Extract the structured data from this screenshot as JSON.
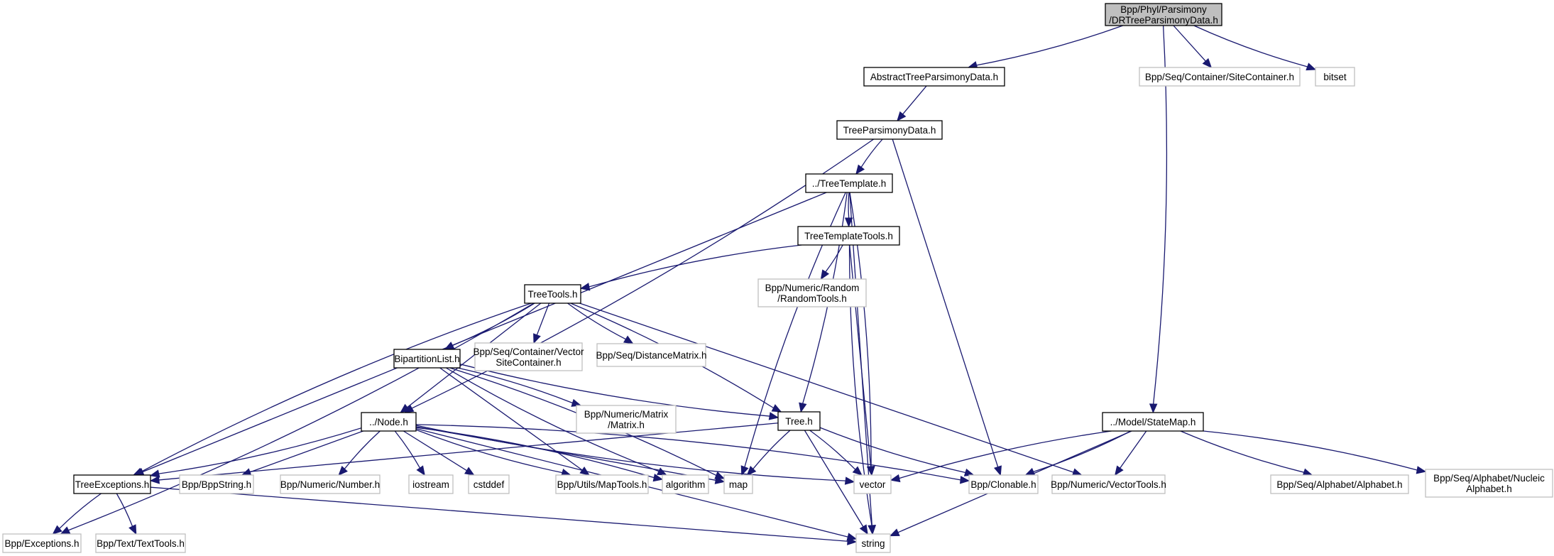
{
  "title": "Include dependency graph for DRTreeParsimonyData.h",
  "colors": {
    "edge": "#191970",
    "main_fill": "#bfbfbf",
    "internal_border": "#000000",
    "external_border": "#bfbfbf"
  },
  "nodes": [
    {
      "id": "drtree",
      "kind": "main",
      "lines": [
        "Bpp/Phyl/Parsimony",
        "/DRTreeParsimonyData.h"
      ]
    },
    {
      "id": "abstract",
      "kind": "internal",
      "lines": [
        "AbstractTreeParsimonyData.h"
      ]
    },
    {
      "id": "sitecontainer",
      "kind": "external",
      "lines": [
        "Bpp/Seq/Container/SiteContainer.h"
      ]
    },
    {
      "id": "bitset",
      "kind": "external",
      "lines": [
        "bitset"
      ]
    },
    {
      "id": "treeparsimony",
      "kind": "internal",
      "lines": [
        "TreeParsimonyData.h"
      ]
    },
    {
      "id": "treetemplate",
      "kind": "internal",
      "lines": [
        "../TreeTemplate.h"
      ]
    },
    {
      "id": "treetemplatetools",
      "kind": "internal",
      "lines": [
        "TreeTemplateTools.h"
      ]
    },
    {
      "id": "randomtools",
      "kind": "external",
      "lines": [
        "Bpp/Numeric/Random",
        "/RandomTools.h"
      ]
    },
    {
      "id": "treetools",
      "kind": "internal",
      "lines": [
        "TreeTools.h"
      ]
    },
    {
      "id": "bipartition",
      "kind": "internal",
      "lines": [
        "BipartitionList.h"
      ]
    },
    {
      "id": "vectorsite",
      "kind": "external",
      "lines": [
        "Bpp/Seq/Container/Vector",
        "SiteContainer.h"
      ]
    },
    {
      "id": "distmatrix",
      "kind": "external",
      "lines": [
        "Bpp/Seq/DistanceMatrix.h"
      ]
    },
    {
      "id": "matrix",
      "kind": "external",
      "lines": [
        "Bpp/Numeric/Matrix",
        "/Matrix.h"
      ]
    },
    {
      "id": "tree",
      "kind": "internal",
      "lines": [
        "Tree.h"
      ]
    },
    {
      "id": "node",
      "kind": "internal",
      "lines": [
        "../Node.h"
      ]
    },
    {
      "id": "statemap",
      "kind": "internal",
      "lines": [
        "../Model/StateMap.h"
      ]
    },
    {
      "id": "treeexceptions",
      "kind": "internal",
      "lines": [
        "TreeExceptions.h"
      ]
    },
    {
      "id": "bppstring",
      "kind": "external",
      "lines": [
        "Bpp/BppString.h"
      ]
    },
    {
      "id": "number",
      "kind": "external",
      "lines": [
        "Bpp/Numeric/Number.h"
      ]
    },
    {
      "id": "iostream",
      "kind": "external",
      "lines": [
        "iostream"
      ]
    },
    {
      "id": "cstddef",
      "kind": "external",
      "lines": [
        "cstddef"
      ]
    },
    {
      "id": "maptools",
      "kind": "external",
      "lines": [
        "Bpp/Utils/MapTools.h"
      ]
    },
    {
      "id": "algorithm",
      "kind": "external",
      "lines": [
        "algorithm"
      ]
    },
    {
      "id": "map",
      "kind": "external",
      "lines": [
        "map"
      ]
    },
    {
      "id": "vector",
      "kind": "external",
      "lines": [
        "vector"
      ]
    },
    {
      "id": "clonable",
      "kind": "external",
      "lines": [
        "Bpp/Clonable.h"
      ]
    },
    {
      "id": "vectortools",
      "kind": "external",
      "lines": [
        "Bpp/Numeric/VectorTools.h"
      ]
    },
    {
      "id": "alphabet",
      "kind": "external",
      "lines": [
        "Bpp/Seq/Alphabet/Alphabet.h"
      ]
    },
    {
      "id": "nucleic",
      "kind": "external",
      "lines": [
        "Bpp/Seq/Alphabet/Nucleic",
        "Alphabet.h"
      ]
    },
    {
      "id": "exceptions",
      "kind": "external",
      "lines": [
        "Bpp/Exceptions.h"
      ]
    },
    {
      "id": "texttools",
      "kind": "external",
      "lines": [
        "Bpp/Text/TextTools.h"
      ]
    },
    {
      "id": "string",
      "kind": "external",
      "lines": [
        "string"
      ]
    }
  ],
  "edges": [
    [
      "drtree",
      "abstract"
    ],
    [
      "drtree",
      "sitecontainer"
    ],
    [
      "drtree",
      "bitset"
    ],
    [
      "drtree",
      "statemap"
    ],
    [
      "abstract",
      "treeparsimony"
    ],
    [
      "treeparsimony",
      "treetemplate"
    ],
    [
      "treeparsimony",
      "node"
    ],
    [
      "treeparsimony",
      "clonable"
    ],
    [
      "treetemplate",
      "treetemplatetools"
    ],
    [
      "treetemplate",
      "tree"
    ],
    [
      "treetemplate",
      "treeexceptions"
    ],
    [
      "treetemplate",
      "map"
    ],
    [
      "treetemplate",
      "vector"
    ],
    [
      "treetemplate",
      "string"
    ],
    [
      "treetemplatetools",
      "treetools"
    ],
    [
      "treetemplatetools",
      "randomtools"
    ],
    [
      "treetemplatetools",
      "vector"
    ],
    [
      "treetemplatetools",
      "string"
    ],
    [
      "treetools",
      "bipartition"
    ],
    [
      "treetools",
      "vectorsite"
    ],
    [
      "treetools",
      "distmatrix"
    ],
    [
      "treetools",
      "tree"
    ],
    [
      "treetools",
      "node"
    ],
    [
      "treetools",
      "treeexceptions"
    ],
    [
      "treetools",
      "exceptions"
    ],
    [
      "treetools",
      "vectortools"
    ],
    [
      "bipartition",
      "tree"
    ],
    [
      "bipartition",
      "matrix"
    ],
    [
      "bipartition",
      "maptools"
    ],
    [
      "bipartition",
      "algorithm"
    ],
    [
      "bipartition",
      "map"
    ],
    [
      "tree",
      "treeexceptions"
    ],
    [
      "tree",
      "map"
    ],
    [
      "tree",
      "vector"
    ],
    [
      "tree",
      "string"
    ],
    [
      "tree",
      "clonable"
    ],
    [
      "node",
      "treeexceptions"
    ],
    [
      "node",
      "bppstring"
    ],
    [
      "node",
      "number"
    ],
    [
      "node",
      "iostream"
    ],
    [
      "node",
      "cstddef"
    ],
    [
      "node",
      "maptools"
    ],
    [
      "node",
      "algorithm"
    ],
    [
      "node",
      "map"
    ],
    [
      "node",
      "vector"
    ],
    [
      "node",
      "clonable"
    ],
    [
      "node",
      "string"
    ],
    [
      "statemap",
      "vector"
    ],
    [
      "statemap",
      "clonable"
    ],
    [
      "statemap",
      "vectortools"
    ],
    [
      "statemap",
      "alphabet"
    ],
    [
      "statemap",
      "nucleic"
    ],
    [
      "statemap",
      "string"
    ],
    [
      "treeexceptions",
      "exceptions"
    ],
    [
      "treeexceptions",
      "texttools"
    ],
    [
      "treeexceptions",
      "string"
    ]
  ]
}
